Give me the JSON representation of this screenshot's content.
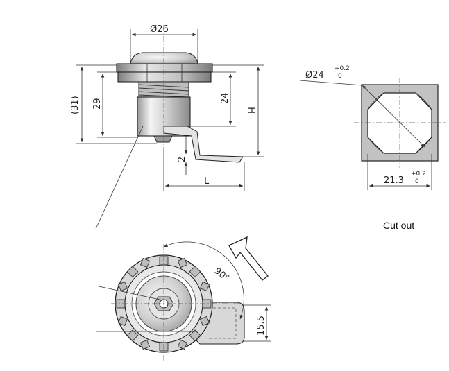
{
  "dimensions": {
    "head_diameter": "Ø26",
    "overall_height": "(31)",
    "body_height": "29",
    "thread_length": "24",
    "cam_height": "H",
    "cam_thickness": "2",
    "cam_length": "L",
    "cam_width": "15.5",
    "rotation_angle": "90°"
  },
  "cutout": {
    "circle_diameter": "Ø24",
    "circle_tol_upper": "+0.2",
    "circle_tol_lower": "0",
    "flat_width": "21.3",
    "flat_tol_upper": "+0.2",
    "flat_tol_lower": "0",
    "caption": "Cut out"
  },
  "colors": {
    "metal_light": "#eeeeee",
    "metal_mid": "#cfcfcf",
    "metal_dark": "#8a8a8a",
    "cutout_fill": "#c2c2c2",
    "line": "#222222"
  }
}
